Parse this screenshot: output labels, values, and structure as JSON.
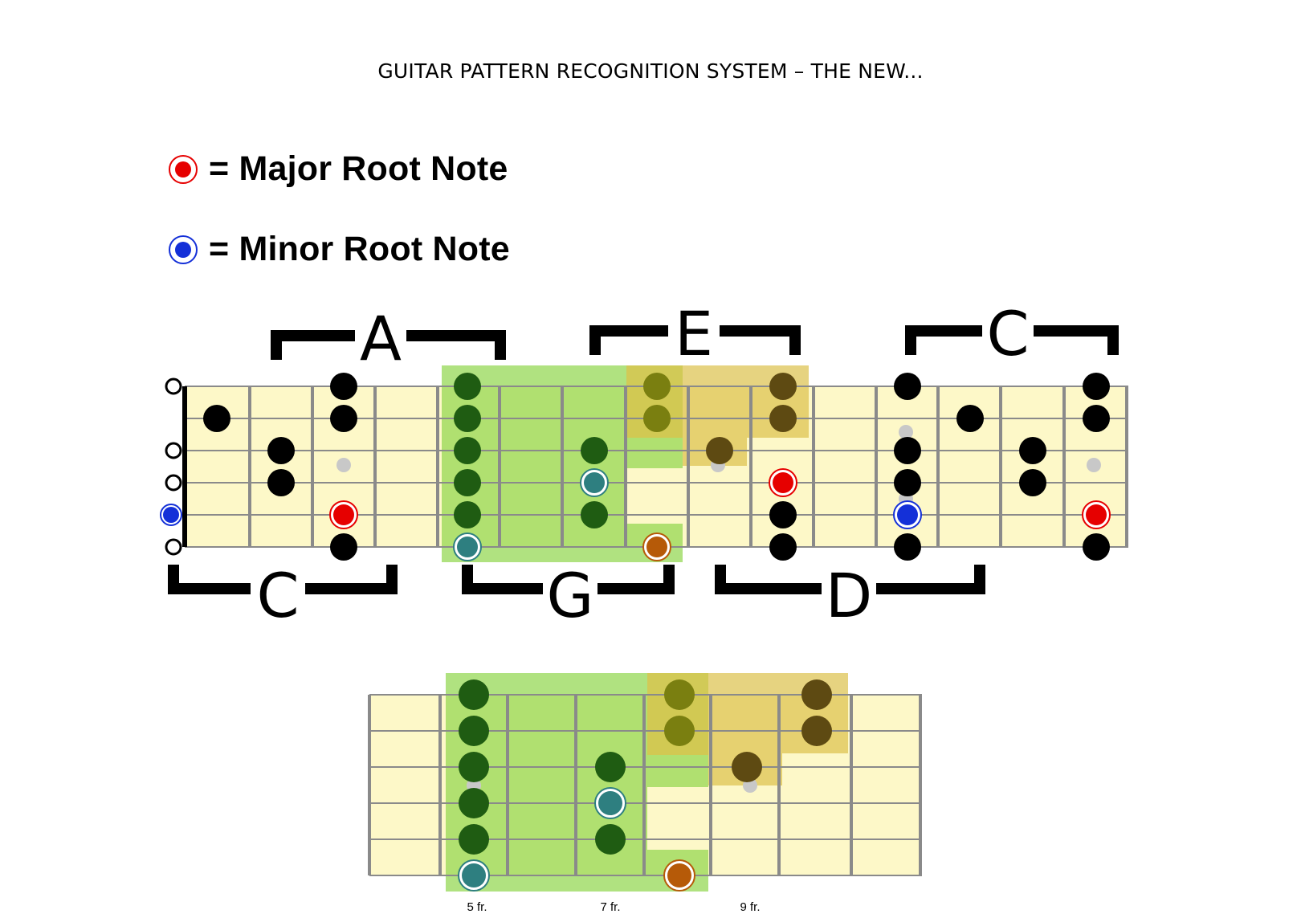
{
  "header": {
    "title": "GUITAR PATTERN RECOGNITION SYSTEM – THE NEW..."
  },
  "legend": [
    {
      "label": "= Major Root Note",
      "color": "#e60000"
    },
    {
      "label": "= Minor Root Note",
      "color": "#1430d8"
    }
  ],
  "colors": {
    "fretboard": "#fdf8c8",
    "note": "#000000",
    "major_root": "#e60000",
    "minor_root": "#1430d8",
    "green_zone": "#8fd64a",
    "yellow_zone": "#dcc14a",
    "dark_green_note": "#1f5c12",
    "olive_note": "#7a7f10",
    "brown_note": "#5e4a12",
    "teal_root": "#2e7f80",
    "orange_root": "#b65a08",
    "inlay": "#c8c8c8"
  },
  "caged": {
    "shapes_top": [
      "A",
      "E",
      "C"
    ],
    "shapes_bottom": [
      "C",
      "G",
      "D"
    ]
  },
  "zoom": {
    "fret_labels": [
      "5 fr.",
      "7 fr.",
      "9 fr."
    ]
  }
}
